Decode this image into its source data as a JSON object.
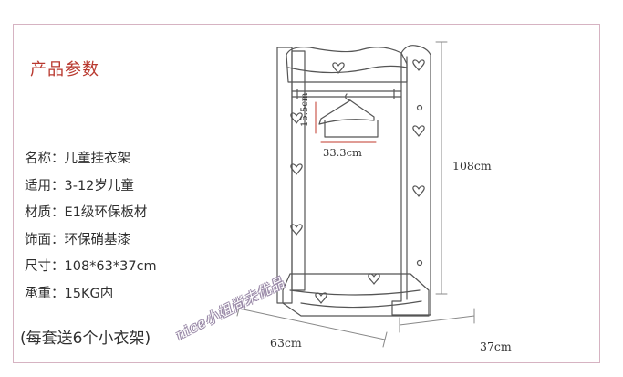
{
  "title": "产品参数",
  "specs": [
    {
      "label": "名称",
      "value": "儿童挂衣架"
    },
    {
      "label": "适用",
      "value": "3-12岁儿童"
    },
    {
      "label": "材质",
      "value": "E1级环保板材"
    },
    {
      "label": "饰面",
      "value": "环保硝基漆"
    },
    {
      "label": "尺寸",
      "value": "108*63*37cm"
    },
    {
      "label": "承重",
      "value": "15KG内"
    }
  ],
  "footnote": "(每套送6个小衣架)",
  "dimensions": {
    "height": "108cm",
    "width": "63cm",
    "depth": "37cm",
    "hanger_width": "33.3cm",
    "hanger_height": "15.5cm"
  },
  "watermark": "nice小姐尚未优品",
  "colors": {
    "title": "#b9392f",
    "frame_border": "#d6b3c2",
    "line_art": "#555555"
  }
}
